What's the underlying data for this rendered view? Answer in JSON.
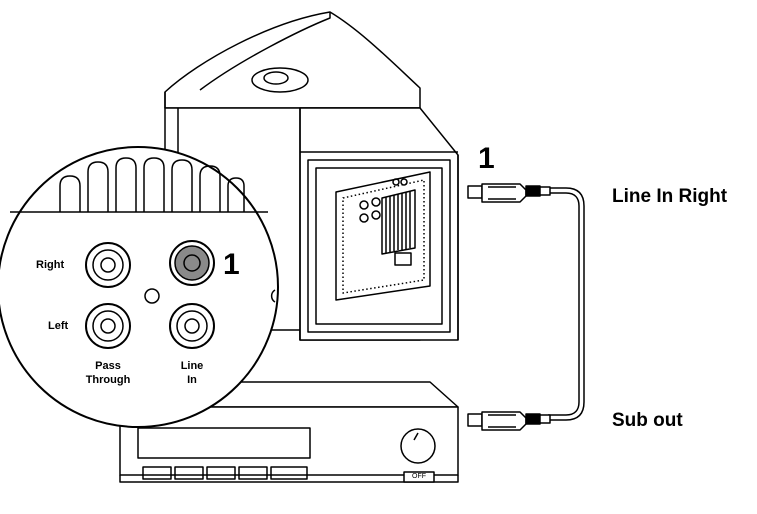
{
  "labels": {
    "callout_number": "1",
    "line_in_right": "Line In Right",
    "sub_out": "Sub out",
    "jack_right": "Right",
    "jack_left": "Left",
    "pass_through_line1": "Pass",
    "pass_through_line2": "Through",
    "line_in_line1": "Line",
    "line_in_line2": "In",
    "off_button": "OFF"
  },
  "colors": {
    "line": "#000000",
    "highlight_jack": "#8a8a8a",
    "background": "#ffffff"
  }
}
